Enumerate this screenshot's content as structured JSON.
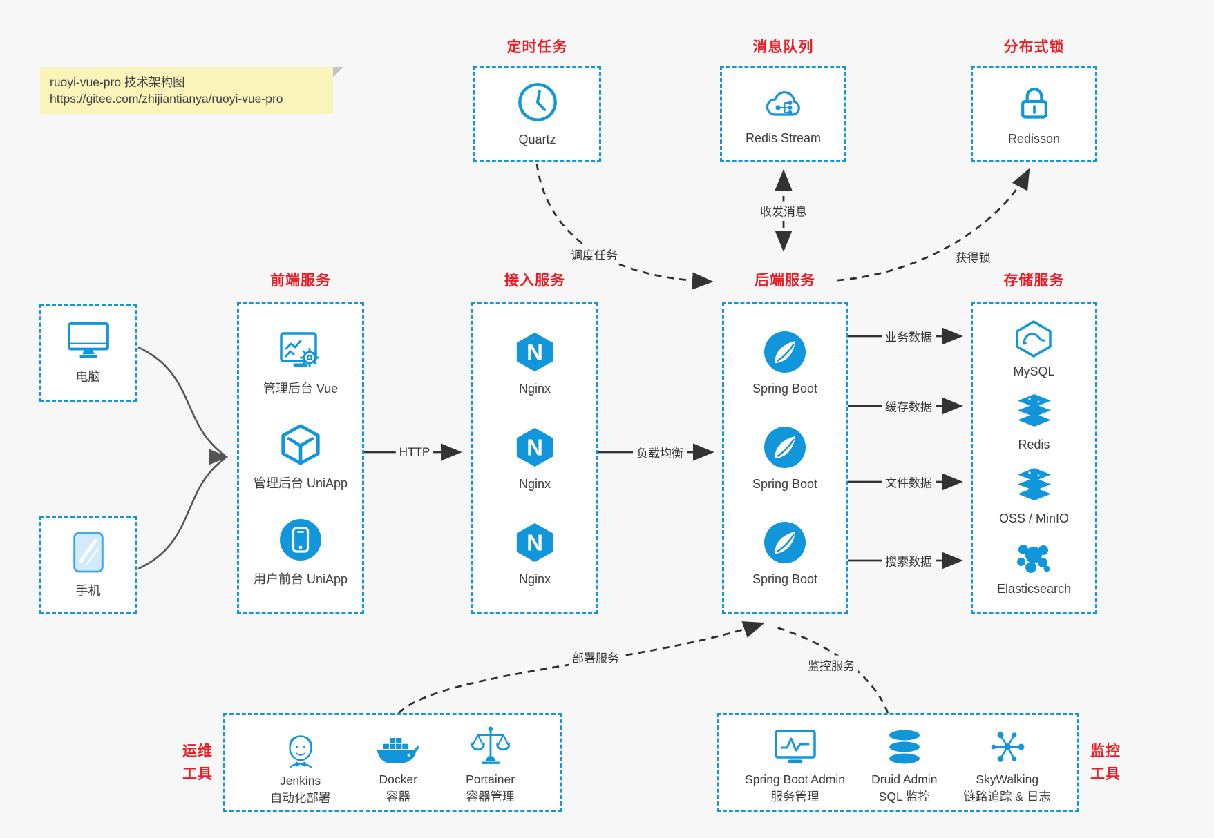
{
  "note": {
    "line1": "ruoyi-vue-pro 技术架构图",
    "line2": "https://gitee.com/zhijiantianya/ruoyi-vue-pro"
  },
  "colors": {
    "accent_blue": "#1296db",
    "title_red": "#ec1c25",
    "note_bg": "#faf3ba",
    "background": "#f7f7f7"
  },
  "top_groups": [
    {
      "title": "定时任务",
      "label": "Quartz",
      "icon": "clock-icon"
    },
    {
      "title": "消息队列",
      "label": "Redis Stream",
      "icon": "cloud-stream-icon"
    },
    {
      "title": "分布式锁",
      "label": "Redisson",
      "icon": "lock-icon"
    }
  ],
  "clients": [
    {
      "label": "电脑",
      "icon": "desktop-icon"
    },
    {
      "label": "手机",
      "icon": "phone-icon"
    }
  ],
  "frontend": {
    "title": "前端服务",
    "items": [
      "管理后台 Vue",
      "管理后台 UniApp",
      "用户前台 UniApp"
    ]
  },
  "gateway": {
    "title": "接入服务",
    "items": [
      "Nginx",
      "Nginx",
      "Nginx"
    ]
  },
  "backend": {
    "title": "后端服务",
    "items": [
      "Spring Boot",
      "Spring Boot",
      "Spring Boot"
    ]
  },
  "storage": {
    "title": "存储服务",
    "items": [
      "MySQL",
      "Redis",
      "OSS / MinIO",
      "Elasticsearch"
    ]
  },
  "edges": {
    "http": "HTTP",
    "lb": "负载均衡",
    "schedule": "调度任务",
    "message": "收发消息",
    "lock": "获得锁",
    "deploy": "部署服务",
    "monitor": "监控服务",
    "data1": "业务数据",
    "data2": "缓存数据",
    "data3": "文件数据",
    "data4": "搜索数据"
  },
  "ops": {
    "title_line1": "运维",
    "title_line2": "工具",
    "items": [
      {
        "name": "Jenkins",
        "desc": "自动化部署"
      },
      {
        "name": "Docker",
        "desc": "容器"
      },
      {
        "name": "Portainer",
        "desc": "容器管理"
      }
    ]
  },
  "monitoring": {
    "title_line1": "监控",
    "title_line2": "工具",
    "items": [
      {
        "name": "Spring Boot Admin",
        "desc": "服务管理"
      },
      {
        "name": "Druid Admin",
        "desc": "SQL 监控"
      },
      {
        "name": "SkyWalking",
        "desc": "链路追踪 & 日志"
      }
    ]
  }
}
